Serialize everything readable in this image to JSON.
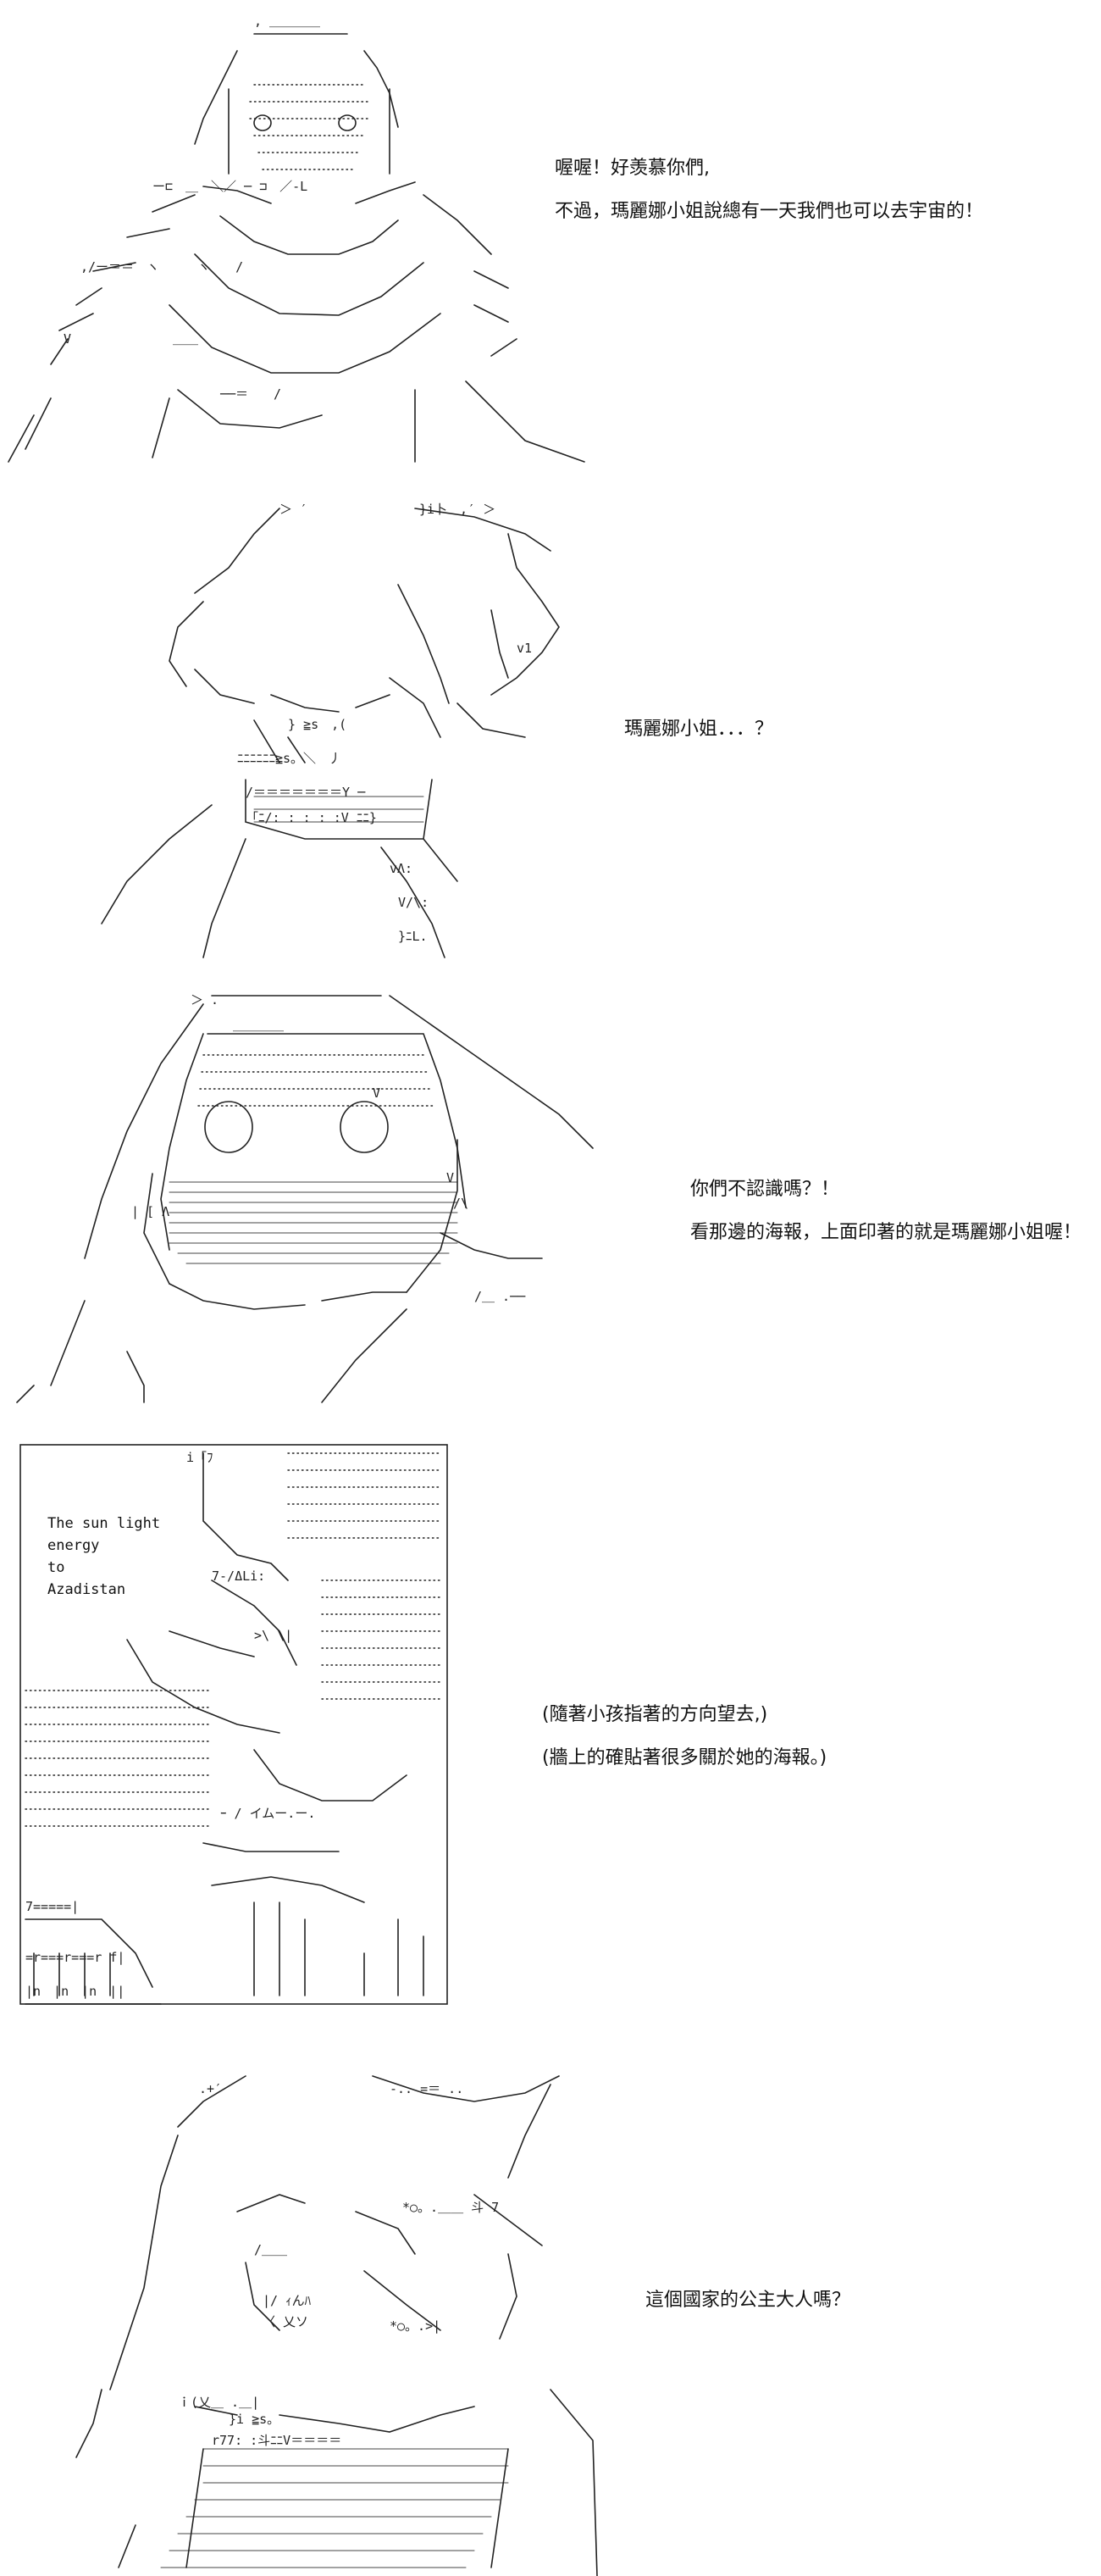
{
  "panels": [
    {
      "lines": [
        "喔喔！好羡慕你們,",
        "不過，瑪麗娜小姐說總有一天我們也可以去宇宙的！"
      ]
    },
    {
      "lines": [
        "瑪麗娜小姐．．．？"
      ]
    },
    {
      "lines": [
        "你們不認識嗎？！",
        "看那邊的海報，上面印著的就是瑪麗娜小姐喔！"
      ]
    },
    {
      "poster_lines": [
        "The sun light",
        "energy",
        "to",
        "Azadistan"
      ],
      "lines": [
        "(隨著小孩指著的方向望去,)",
        "(牆上的確貼著很多關於她的海報。)"
      ]
    },
    {
      "lines": [
        "這個國家的公主大人嗎？"
      ]
    }
  ]
}
